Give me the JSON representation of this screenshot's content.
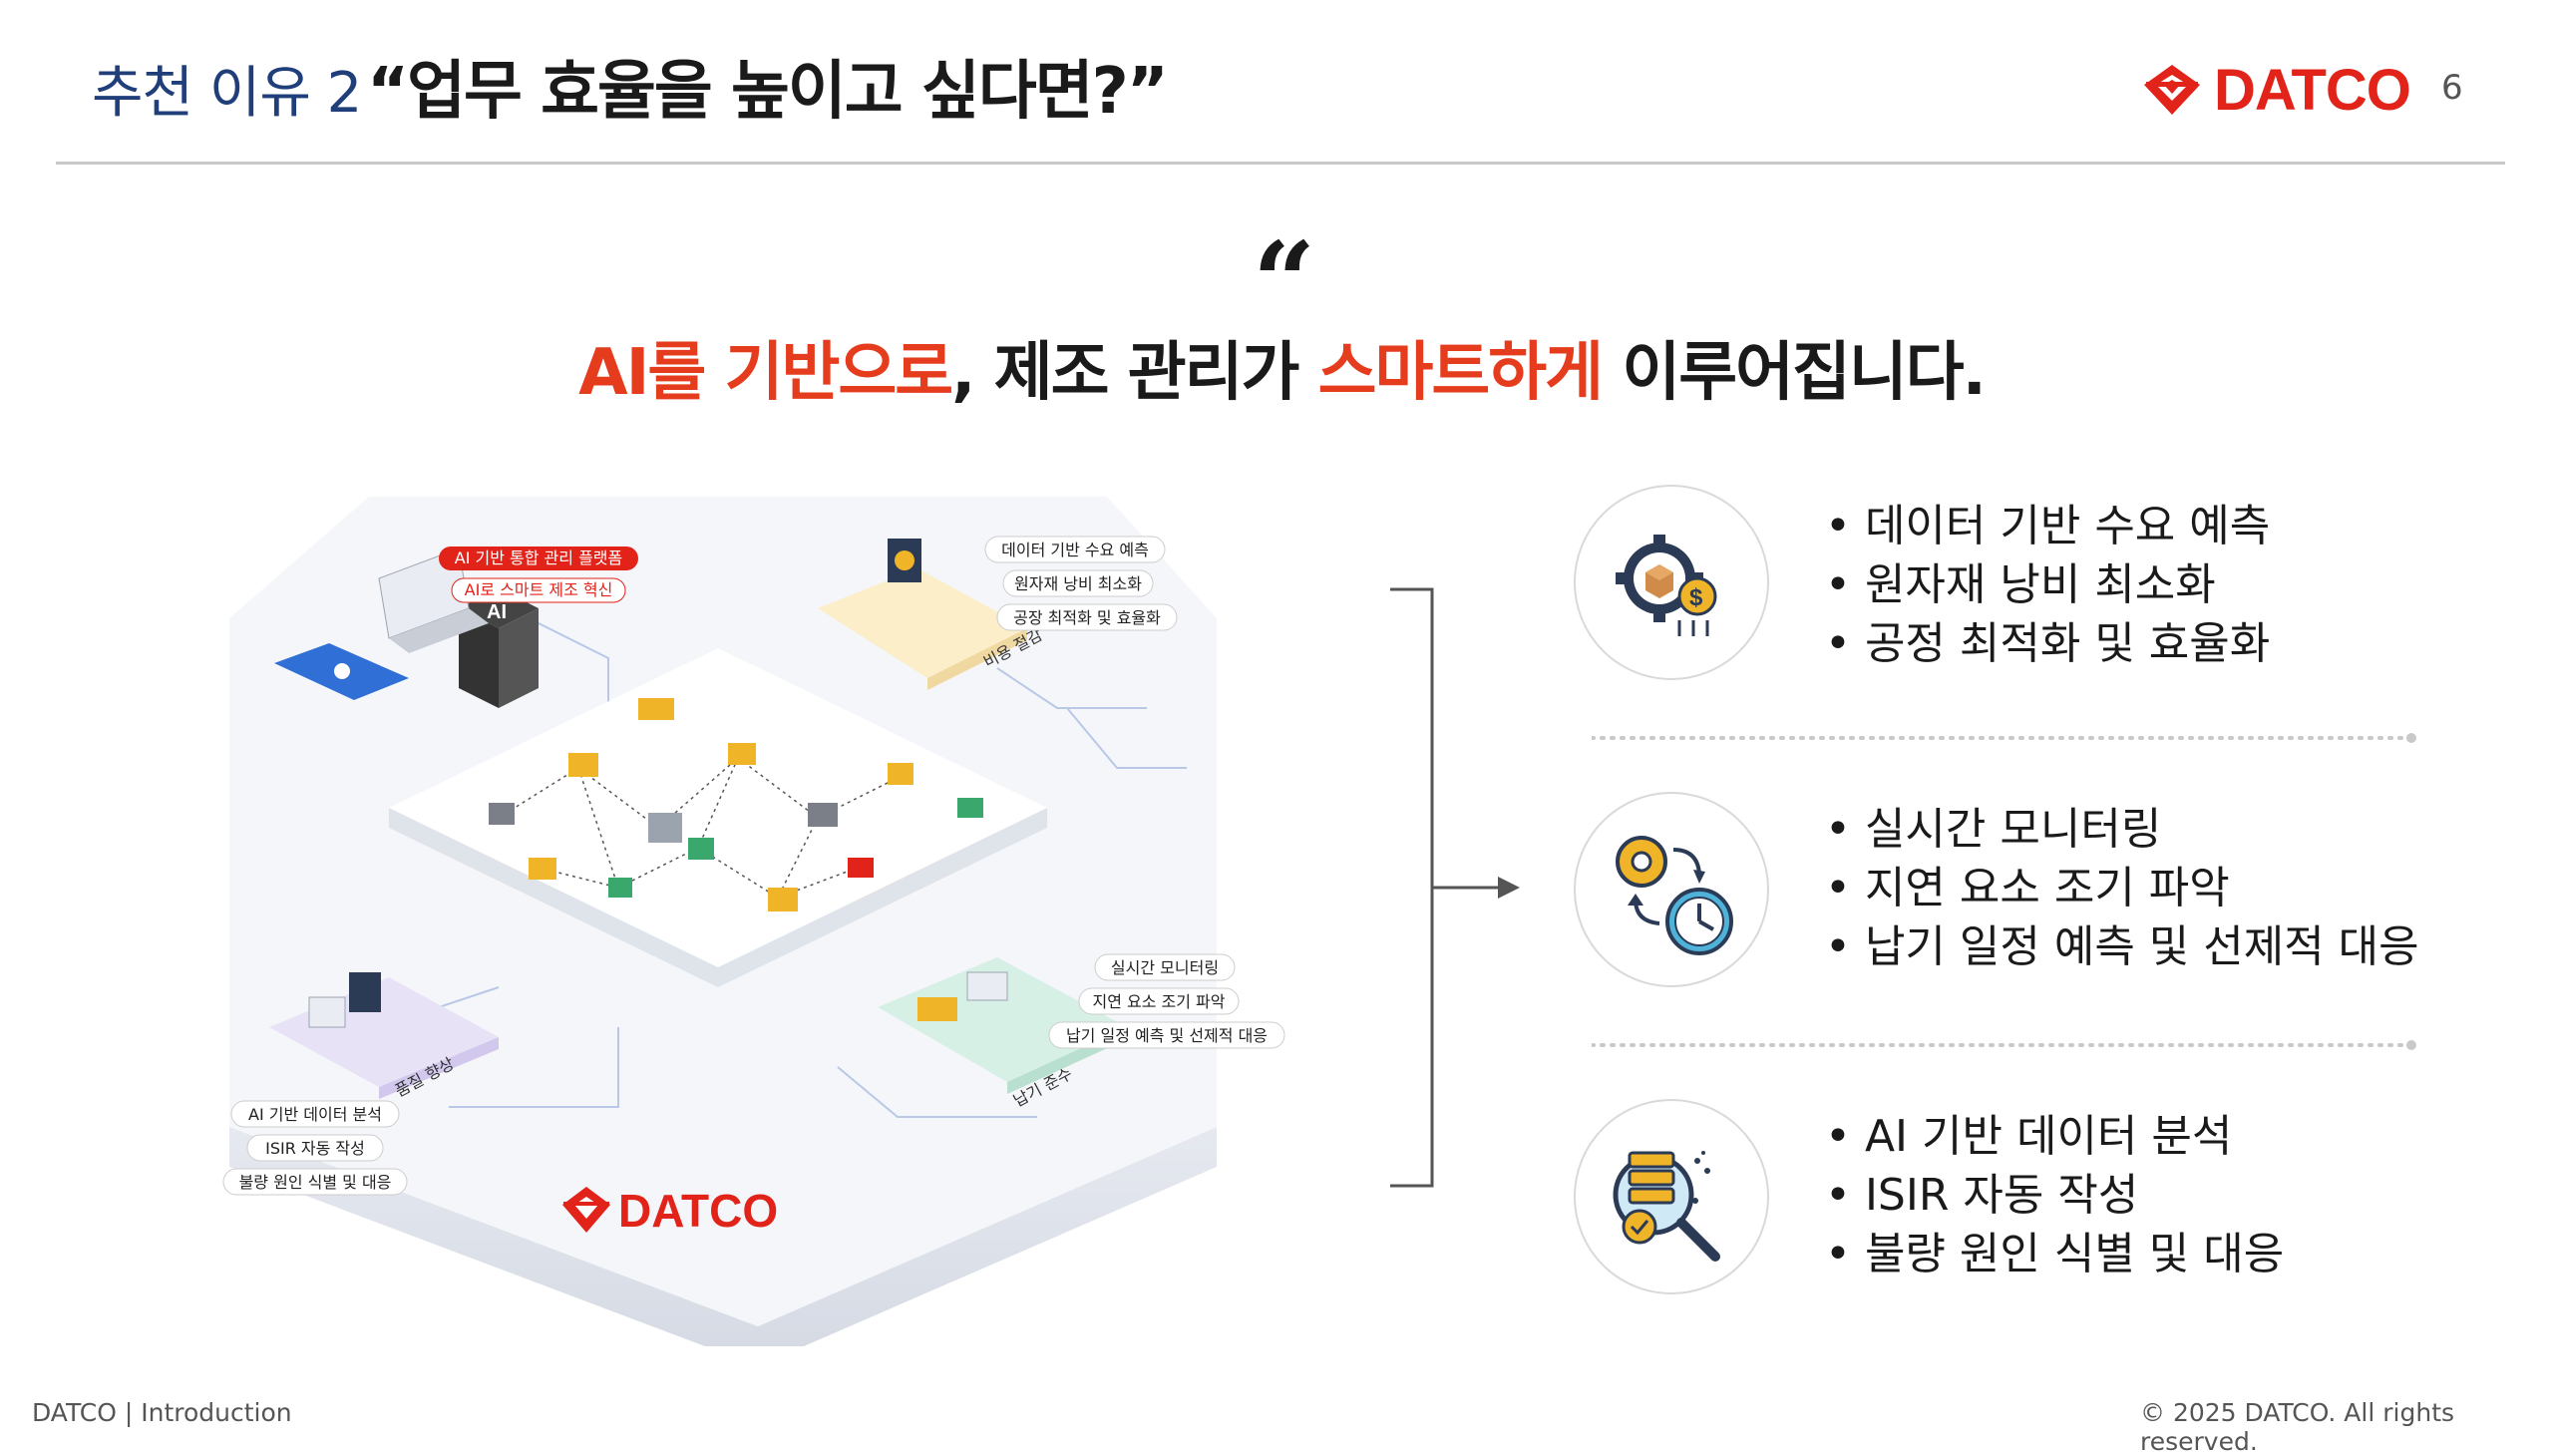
{
  "header": {
    "label": "추천 이유 2",
    "title": "“업무 효율을 높이고 싶다면?”",
    "logo_text": "DATCO",
    "page_number": "6"
  },
  "quote": {
    "mark": "“",
    "headline_parts": [
      "AI를 기반으로",
      ", 제조 관리가 ",
      "스마트하게",
      " 이루어집니다."
    ]
  },
  "illustration": {
    "logo_text": "DATCO",
    "top_left_tags": [
      "AI 기반 통합 관리 플랫폼",
      "AI로 스마트 제조 혁신"
    ],
    "top_right_tags": [
      "데이터 기반 수요 예측",
      "원자재 낭비 최소화",
      "공장 최적화 및 효율화"
    ],
    "top_right_block_label": "비용 절감",
    "bottom_right_tags": [
      "실시간 모니터링",
      "지연 요소 조기 파악",
      "납기 일정 예측 및 선제적 대응"
    ],
    "bottom_right_block_label": "납기 준수",
    "bottom_left_tags": [
      "AI 기반 데이터 분석",
      "ISIR 자동 작성",
      "불량 원인 식별 및 대응"
    ],
    "bottom_left_block_label": "품질 향상"
  },
  "benefits": [
    {
      "icon": "gear-box-dollar-icon",
      "bullets": [
        "데이터 기반 수요 예측",
        "원자재 낭비 최소화",
        "공정 최적화 및 효율화"
      ]
    },
    {
      "icon": "gear-clock-icon",
      "bullets": [
        "실시간 모니터링",
        "지연 요소 조기 파악",
        "납기 일정 예측 및 선제적 대응"
      ]
    },
    {
      "icon": "data-magnifier-icon",
      "bullets": [
        " AI 기반 데이터 분석",
        " ISIR 자동 작성",
        "불량 원인 식별 및 대응"
      ]
    }
  ],
  "footer": {
    "left": "DATCO | Introduction",
    "right": "© 2025 DATCO. All rights reserved."
  },
  "colors": {
    "brand_red": "#e2231a",
    "accent_red": "#e63c1e",
    "header_blue": "#1f3e7a",
    "icon_gold": "#f0b429",
    "icon_navy": "#2b3a55"
  }
}
